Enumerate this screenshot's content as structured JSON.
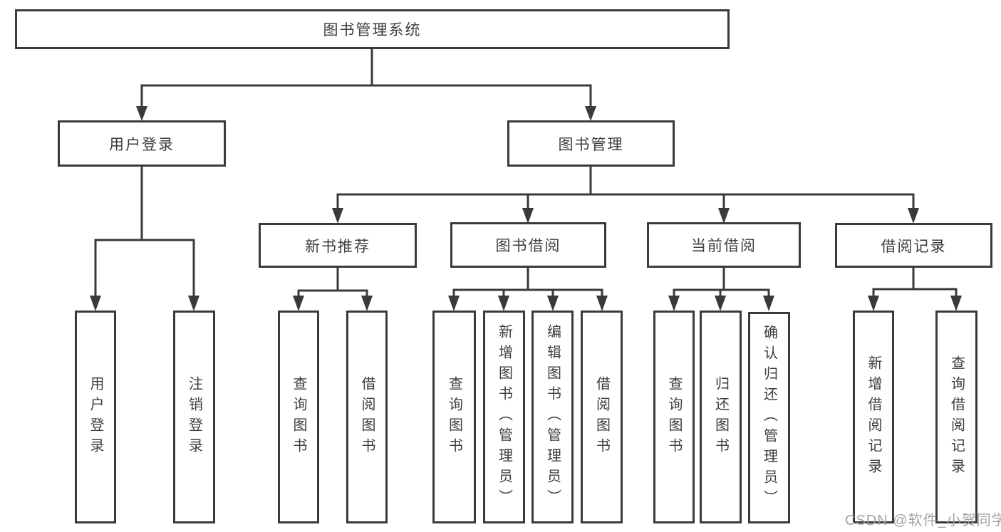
{
  "diagram": {
    "title": "图书管理系统",
    "root": {
      "label": "图书管理系统"
    },
    "level2": [
      {
        "id": "user-login",
        "label": "用户登录"
      },
      {
        "id": "book-management",
        "label": "图书管理"
      }
    ],
    "level3": [
      {
        "id": "new-book-recommend",
        "label": "新书推荐"
      },
      {
        "id": "book-borrowing",
        "label": "图书借阅"
      },
      {
        "id": "current-borrowing",
        "label": "当前借阅"
      },
      {
        "id": "borrow-records",
        "label": "借阅记录"
      }
    ],
    "leaves": [
      {
        "parent": "user-login",
        "label": "用户登录"
      },
      {
        "parent": "user-login",
        "label": "注销登录"
      },
      {
        "parent": "new-book-recommend",
        "label": "查询图书"
      },
      {
        "parent": "new-book-recommend",
        "label": "借阅图书"
      },
      {
        "parent": "book-borrowing",
        "label": "查询图书"
      },
      {
        "parent": "book-borrowing",
        "label": "新增图书（管理员）"
      },
      {
        "parent": "book-borrowing",
        "label": "编辑图书（管理员）"
      },
      {
        "parent": "book-borrowing",
        "label": "借阅图书"
      },
      {
        "parent": "current-borrowing",
        "label": "查询图书"
      },
      {
        "parent": "current-borrowing",
        "label": "归还图书"
      },
      {
        "parent": "current-borrowing",
        "label": "确认归还（管理员）"
      },
      {
        "parent": "borrow-records",
        "label": "新增借阅记录"
      },
      {
        "parent": "borrow-records",
        "label": "查询借阅记录"
      }
    ],
    "watermark": "CSDN @软件_小贺同学",
    "colors": {
      "line": "#3a3a3a",
      "text": "#3d3d3d",
      "watermark": "#9e9e9e",
      "background": "#ffffff"
    }
  }
}
